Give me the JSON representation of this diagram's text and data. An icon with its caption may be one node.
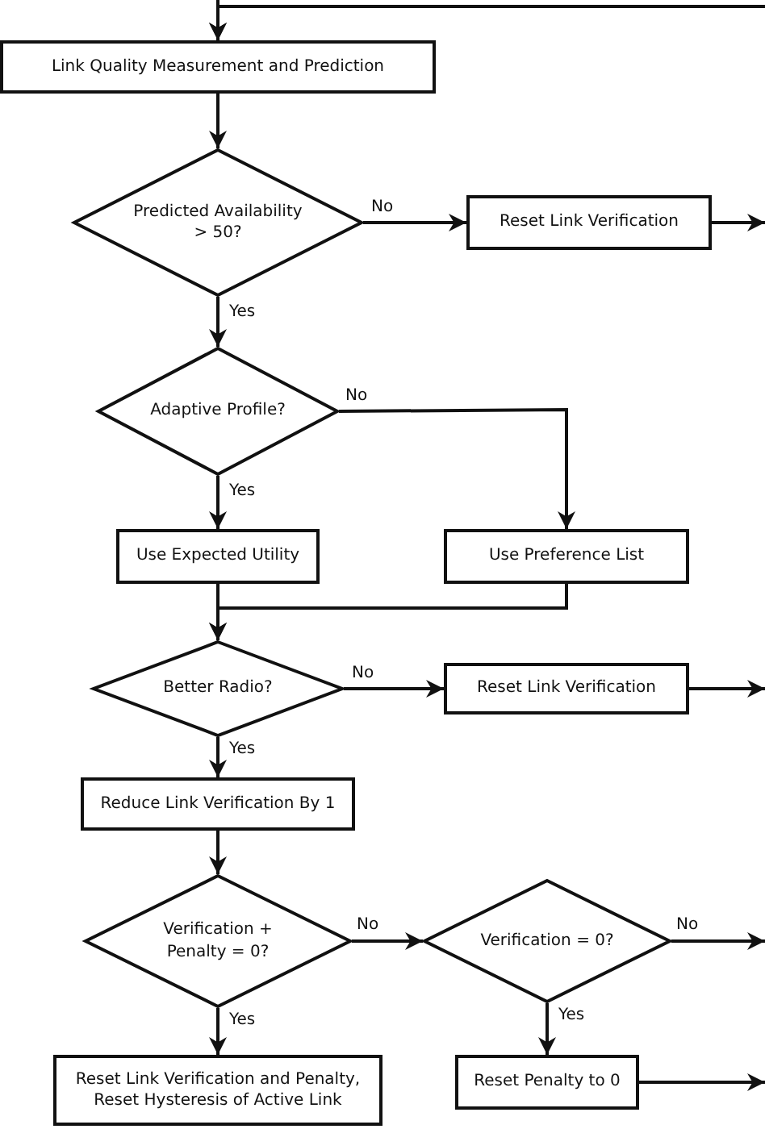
{
  "diagram": {
    "nodes": [
      {
        "text": [
          "Link Quality Measurement and Prediction"
        ]
      },
      {
        "text": [
          "Predicted Availability > 50?"
        ]
      },
      {
        "text": [
          "Reset Link Verification"
        ]
      },
      {
        "text": [
          "Adaptive Profile?"
        ]
      },
      {
        "text": [
          "Use Expected Utility"
        ]
      },
      {
        "text": [
          "Use Preference List"
        ]
      },
      {
        "text": [
          "Better Radio?"
        ]
      },
      {
        "text": [
          "Reset Link Verification"
        ]
      },
      {
        "text": [
          "Reduce Link Verification By 1"
        ]
      },
      {
        "text": [
          "Verification + Penalty = 0?"
        ]
      },
      {
        "text": [
          "Verification = 0?"
        ]
      },
      {
        "text": [
          "Reset Link Verification and Penalty, Reset Hysteresis of Active Link"
        ]
      },
      {
        "text": [
          "Reset Penalty to 0"
        ]
      }
    ],
    "edges": [
      {
        "from": null,
        "to": 0,
        "arrow": "to"
      },
      {
        "from": null,
        "to": 0,
        "arrow": "to"
      },
      {
        "from": 0,
        "to": 1,
        "arrow": "to"
      },
      {
        "from": 1,
        "to": 2,
        "label": "No",
        "arrow": "to"
      },
      {
        "from": 2,
        "to": null,
        "arrow": "to"
      },
      {
        "from": 1,
        "to": 3,
        "label": "Yes",
        "arrow": "to"
      },
      {
        "from": 3,
        "to": 4,
        "label": "Yes",
        "arrow": "to"
      },
      {
        "from": 3,
        "to": 5,
        "label": "No",
        "arrow": "to"
      },
      {
        "from": 4,
        "to": 6,
        "arrow": "to"
      },
      {
        "from": 5,
        "to": 6,
        "arrow": "to"
      },
      {
        "from": 6,
        "to": 7,
        "label": "No",
        "arrow": "to"
      },
      {
        "from": 7,
        "to": null,
        "arrow": "to"
      },
      {
        "from": 6,
        "to": 8,
        "label": "Yes",
        "arrow": "to"
      },
      {
        "from": 8,
        "to": 9,
        "arrow": "to"
      },
      {
        "from": 9,
        "to": 10,
        "label": "No",
        "arrow": "to"
      },
      {
        "from": 9,
        "to": 11,
        "label": "Yes",
        "arrow": "to"
      },
      {
        "from": 10,
        "to": null,
        "label": "No",
        "arrow": "to"
      },
      {
        "from": 10,
        "to": 12,
        "label": "Yes",
        "arrow": "to"
      },
      {
        "from": 12,
        "to": null,
        "arrow": "to"
      }
    ]
  }
}
